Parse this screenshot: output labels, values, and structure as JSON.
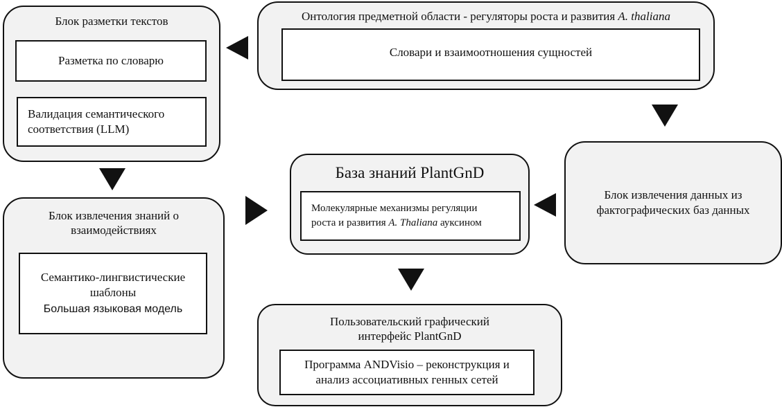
{
  "markup_block": {
    "title": "Блок разметки текстов",
    "dictionary_markup": "Разметка по словарю",
    "validation": "Валидация семантического соответствия (LLM)"
  },
  "ontology_block": {
    "title_prefix": "Онтология предметной области - регуляторы роста и развития ",
    "title_species": "A. thaliana",
    "content": "Словари и взаимоотношения сущностей"
  },
  "knowledge_base": {
    "title": "База знаний PlantGnD",
    "content_line1": "Молекулярные механизмы регуляции",
    "content_line2_prefix": "роста и развития ",
    "content_line2_species": "A. Thaliana",
    "content_line2_suffix": " ауксином"
  },
  "factual_db_block": {
    "title": "Блок извлечения данных из фактографических баз данных"
  },
  "interaction_block": {
    "title": "Блок извлечения знаний о взаимодействиях",
    "templates": "Семантико-лингвистические шаблоны",
    "llm": "Большая языковая модель"
  },
  "gui_block": {
    "title": "Пользовательский графический интерфейс PlantGnD",
    "content": "Программа ANDVisio – реконструкция и анализ ассоциативных генных сетей"
  }
}
